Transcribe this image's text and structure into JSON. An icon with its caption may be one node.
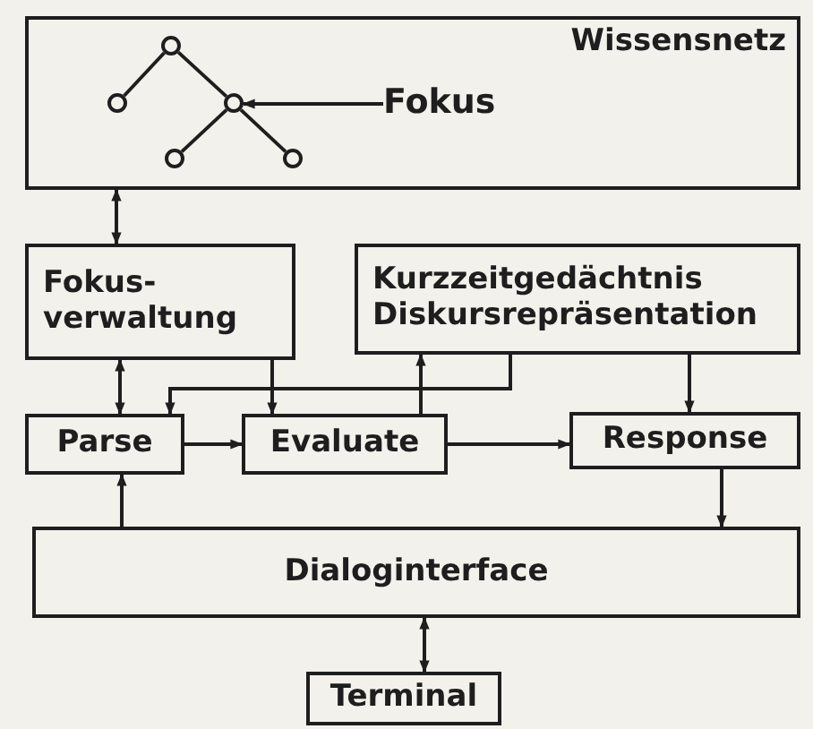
{
  "diagram": {
    "nodes": [
      {
        "text": [
          "Wissensnetz"
        ]
      },
      {
        "text": [],
        "shape": "circle",
        "in": 0
      },
      {
        "text": [],
        "shape": "circle",
        "in": 0
      },
      {
        "text": [],
        "shape": "circle",
        "in": 0
      },
      {
        "text": [],
        "shape": "circle",
        "in": 0
      },
      {
        "text": [],
        "shape": "circle",
        "in": 0
      },
      {
        "text": [
          "Fokus"
        ],
        "in": 0
      },
      {
        "text": [
          "Fokus- verwaltung"
        ]
      },
      {
        "text": [
          "Kurzzeitgedächtnis",
          "Diskursrepräsentation"
        ]
      },
      {
        "text": [
          "Parse"
        ]
      },
      {
        "text": [
          "Evaluate"
        ]
      },
      {
        "text": [
          "Response"
        ]
      },
      {
        "text": [
          "Dialoginterface"
        ]
      },
      {
        "text": [
          "Terminal"
        ]
      }
    ],
    "edges": [
      {
        "from": 1,
        "to": 2,
        "arrow": "none"
      },
      {
        "from": 2,
        "to": 4,
        "arrow": "none"
      },
      {
        "from": 4,
        "to": 3,
        "arrow": "none"
      },
      {
        "from": 4,
        "to": 5,
        "arrow": "none"
      },
      {
        "from": 6,
        "to": 4,
        "arrow": "to"
      },
      {
        "from": 0,
        "to": 7,
        "arrow": "both"
      },
      {
        "from": 7,
        "to": 9,
        "arrow": "both"
      },
      {
        "from": 7,
        "to": 10,
        "arrow": "to"
      },
      {
        "from": 8,
        "to": 9,
        "arrow": "to"
      },
      {
        "from": 10,
        "to": 8,
        "arrow": "to"
      },
      {
        "from": 8,
        "to": 11,
        "arrow": "to"
      },
      {
        "from": 9,
        "to": 10,
        "arrow": "to"
      },
      {
        "from": 10,
        "to": 11,
        "arrow": "to"
      },
      {
        "from": 11,
        "to": 12,
        "arrow": "to"
      },
      {
        "from": 12,
        "to": 9,
        "arrow": "to"
      },
      {
        "from": 12,
        "to": 13,
        "arrow": "both"
      }
    ]
  }
}
